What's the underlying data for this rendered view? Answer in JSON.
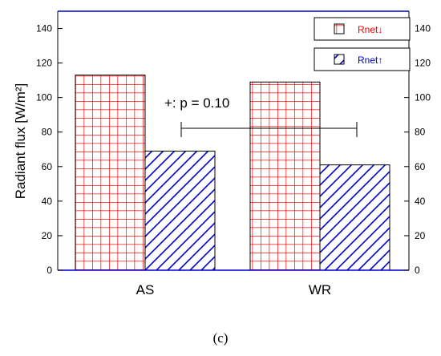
{
  "chart_data": {
    "type": "bar",
    "categories": [
      "AS",
      "WR"
    ],
    "series": [
      {
        "name": "Rnet↓",
        "values": [
          113,
          109
        ],
        "color": "#ff0000",
        "pattern": "grid"
      },
      {
        "name": "Rnet↑",
        "values": [
          69,
          61
        ],
        "color": "#0000cc",
        "pattern": "diagonal"
      }
    ],
    "ylabel": "Radiant flux [W/m²]",
    "ylim": [
      0,
      150
    ],
    "yticks": [
      0,
      20,
      40,
      60,
      80,
      100,
      120,
      140
    ],
    "annotation": "+: p = 0.10",
    "legend_placement": "top-right",
    "grid": false,
    "axis_color": "#0000cc"
  },
  "caption": "(c)"
}
